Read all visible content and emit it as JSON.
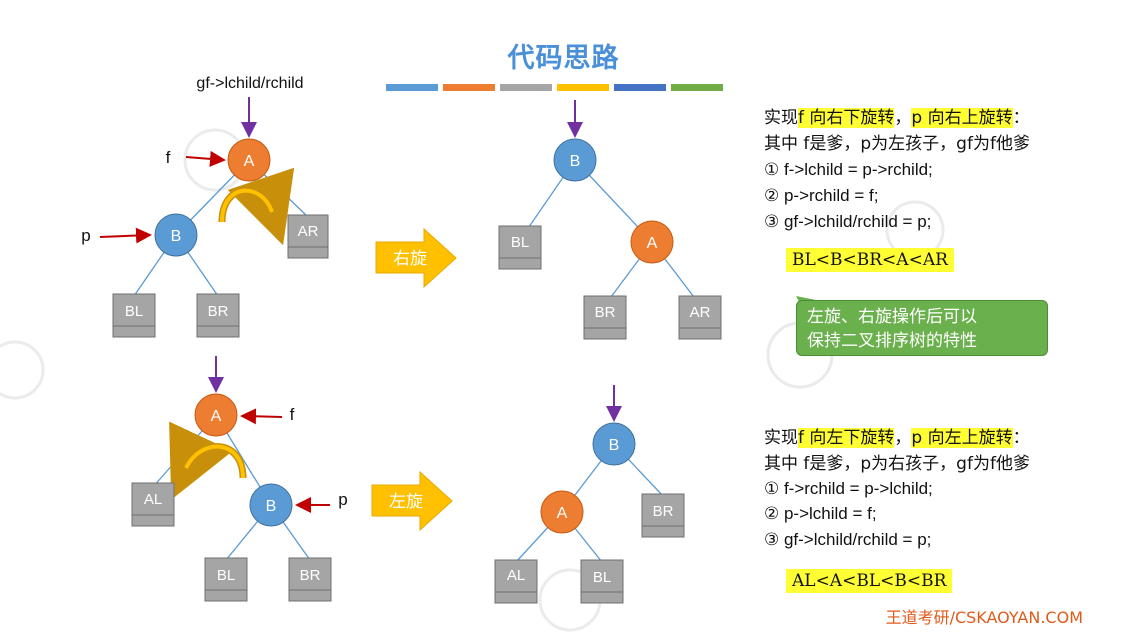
{
  "title": "代码思路",
  "accent_colors": [
    "#5b9bd5",
    "#ed7d31",
    "#a5a5a5",
    "#ffc000",
    "#4472c4",
    "#70ad47"
  ],
  "node_colors": {
    "blue": "#5b9bd5",
    "orange": "#ed7d31",
    "subtree": "#a5a5a5",
    "arrow_yellow": "#ffc000",
    "pointer_red": "#c00000",
    "pointer_purple": "#7030a0"
  },
  "top": {
    "gf_label": "gf->lchild/rchild",
    "f_label": "f",
    "p_label": "p",
    "before": {
      "A": "A",
      "B": "B",
      "AR": "AR",
      "BL": "BL",
      "BR": "BR"
    },
    "arrow_label": "右旋",
    "after": {
      "B": "B",
      "BL": "BL",
      "A": "A",
      "BR": "BR",
      "AR": "AR"
    },
    "desc": {
      "l1_pre": "实现",
      "l1_hl1": "f 向右下旋转",
      "l1_mid": "，",
      "l1_hl2": "p 向右上旋转",
      "l1_post": "：",
      "l2": "其中 f是爹，p为左孩子，gf为f他爹",
      "s1": "① f->lchild = p->rchild;",
      "s2": "② p->rchild = f;",
      "s3": "③ gf->lchild/rchild = p;"
    },
    "order": "BL<B<BR<A<AR"
  },
  "note": {
    "line1": "左旋、右旋操作后可以",
    "line2": "保持二叉排序树的特性"
  },
  "bottom": {
    "f_label": "f",
    "p_label": "p",
    "before": {
      "A": "A",
      "AL": "AL",
      "B": "B",
      "BL": "BL",
      "BR": "BR"
    },
    "arrow_label": "左旋",
    "after": {
      "B": "B",
      "A": "A",
      "BR": "BR",
      "AL": "AL",
      "BL": "BL"
    },
    "desc": {
      "l1_pre": "实现",
      "l1_hl1": "f 向左下旋转",
      "l1_mid": "，",
      "l1_hl2": "p 向左上旋转",
      "l1_post": "：",
      "l2": "其中 f是爹，p为右孩子，gf为f他爹",
      "s1": "① f->rchild = p->lchild;",
      "s2": "② p->lchild = f;",
      "s3": "③ gf->lchild/rchild = p;"
    },
    "order": "AL<A<BL<B<BR"
  },
  "footer": "王道考研/CSKAOYAN.COM"
}
